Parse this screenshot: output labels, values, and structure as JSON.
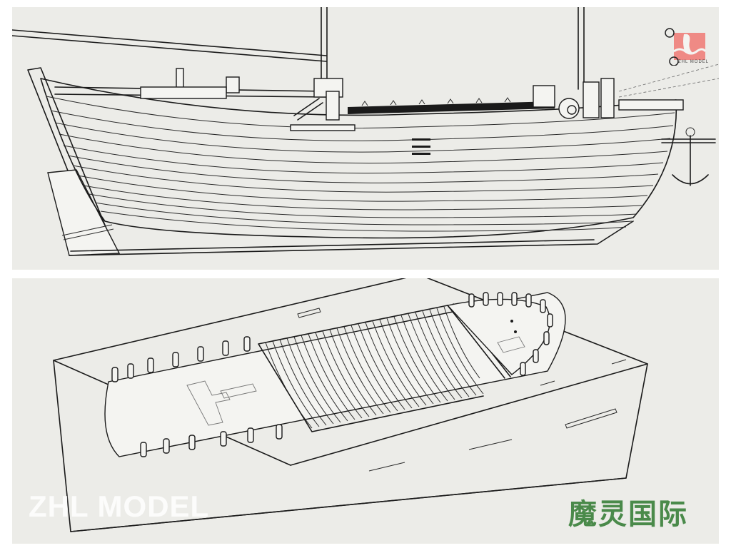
{
  "figure": {
    "top_panel": {
      "subject": "assembled-ship-hull-side-view",
      "description": "Line drawing of a planked wooden ship model with masts, deck fittings, rudder and anchor"
    },
    "bottom_panel": {
      "subject": "hull-frame-assembly-jig",
      "description": "Isometric line drawing of hull bulkhead frames mounted on a flat keel board over an assembly box"
    }
  },
  "brand": {
    "logo_icon": "seahorse-wave-logo",
    "logo_text": "ZHL MODEL",
    "logo_color": "#ef7f7a"
  },
  "watermarks": {
    "english": "ZHL MODEL",
    "chinese": "魔灵国际",
    "chinese_color": "#4a8a4a"
  },
  "colors": {
    "page_background": "#ffffff",
    "panel_background": "#ecece8",
    "line": "#1a1a1a"
  }
}
